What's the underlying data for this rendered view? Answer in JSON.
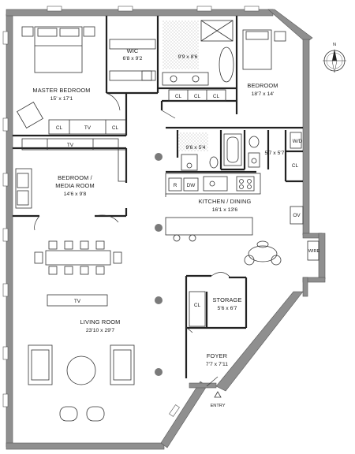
{
  "rooms": {
    "master_bedroom": {
      "name": "MASTER BEDROOM",
      "dim": "15' x 17'1"
    },
    "wic": {
      "name": "WIC",
      "dim": "6'8 x 9'2"
    },
    "master_bath": {
      "dim": "9'9 x 8'6"
    },
    "bedroom": {
      "name": "BEDROOM",
      "dim": "18'7 x 14'"
    },
    "bath2": {
      "dim": "9'6 x 5'4"
    },
    "bath3": {
      "dim": "5'7 x 5'7"
    },
    "media_room": {
      "name_line1": "BEDROOM /",
      "name_line2": "MEDIA ROOM",
      "dim": "14'6 x 9'8"
    },
    "kitchen": {
      "name": "KITCHEN / DINING",
      "dim": "16'1 x 13'6"
    },
    "storage": {
      "name": "STORAGE",
      "dim": "5'6 x 6'7"
    },
    "living_room": {
      "name": "LIVING ROOM",
      "dim": "23'10 x 29'7"
    },
    "foyer": {
      "name": "FOYER",
      "dim": "7'7 x 7'11"
    }
  },
  "labels": {
    "closet": "CL",
    "tv": "TV",
    "wd": "W/D",
    "ov": "OV",
    "refrigerator": "R",
    "dishwasher": "DW",
    "wire": "WIRE",
    "entry": "ENTRY",
    "north": "N"
  }
}
